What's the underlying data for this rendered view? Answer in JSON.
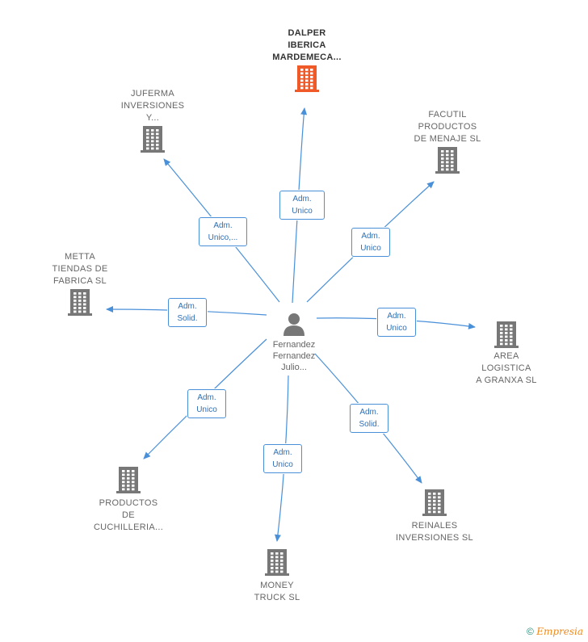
{
  "center": {
    "label": "Fernandez\nFernandez\nJulio..."
  },
  "nodes": [
    {
      "id": "dalper",
      "label": "DALPER\nIBERICA\nMARDEMECA...",
      "highlight": true
    },
    {
      "id": "juferma",
      "label": "JUFERMA\nINVERSIONES\nY..."
    },
    {
      "id": "facutil",
      "label": "FACUTIL\nPRODUCTOS\nDE MENAJE  SL"
    },
    {
      "id": "metta",
      "label": "METTA\nTIENDAS DE\nFABRICA SL"
    },
    {
      "id": "area",
      "label": "AREA\nLOGISTICA\nA GRANXA  SL"
    },
    {
      "id": "productos",
      "label": "PRODUCTOS\nDE\nCUCHILLERIA..."
    },
    {
      "id": "reinales",
      "label": "REINALES\nINVERSIONES SL"
    },
    {
      "id": "money",
      "label": "MONEY\nTRUCK SL"
    }
  ],
  "edges": [
    {
      "to": "dalper",
      "label": "Adm.\nUnico"
    },
    {
      "to": "juferma",
      "label": "Adm.\nUnico,..."
    },
    {
      "to": "facutil",
      "label": "Adm.\nUnico"
    },
    {
      "to": "metta",
      "label": "Adm.\nSolid."
    },
    {
      "to": "area",
      "label": "Adm.\nUnico"
    },
    {
      "to": "productos",
      "label": "Adm.\nUnico"
    },
    {
      "to": "reinales",
      "label": "Adm.\nSolid."
    },
    {
      "to": "money",
      "label": "Adm.\nUnico"
    }
  ],
  "colors": {
    "edge": "#4a90d9",
    "building": "#777777",
    "highlight": "#f05a28"
  },
  "footer": {
    "copyright": "©",
    "brand": "Empresia"
  }
}
